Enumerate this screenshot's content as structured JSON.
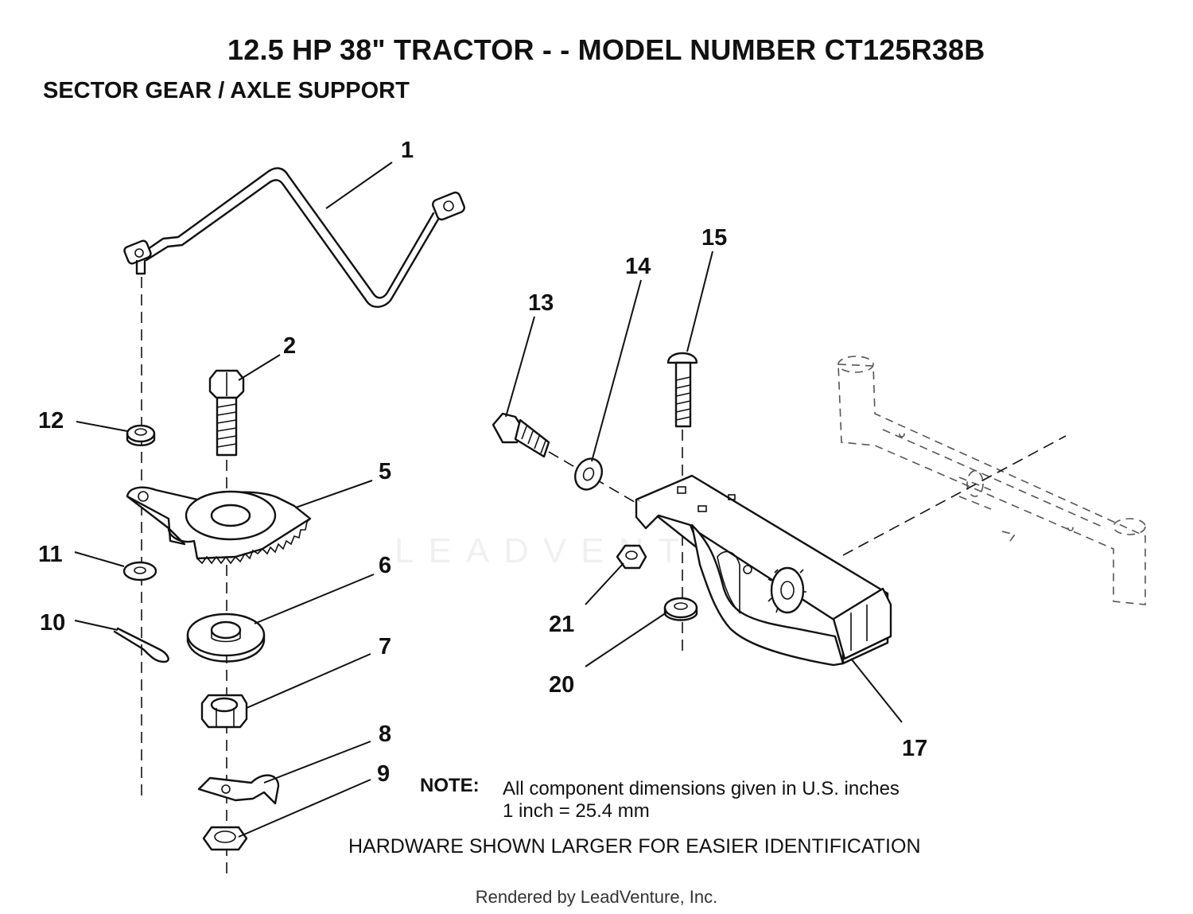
{
  "header": {
    "title": "12.5 HP 38\" TRACTOR - - MODEL NUMBER CT125R38B",
    "subtitle": "SECTOR GEAR / AXLE SUPPORT"
  },
  "callouts": {
    "c1": "1",
    "c2": "2",
    "c5": "5",
    "c6": "6",
    "c7": "7",
    "c8": "8",
    "c9": "9",
    "c10": "10",
    "c11": "11",
    "c12": "12",
    "c13": "13",
    "c14": "14",
    "c15": "15",
    "c17": "17",
    "c20": "20",
    "c21": "21"
  },
  "note": {
    "label": "NOTE:",
    "line1": "All component dimensions given in U.S. inches",
    "line2": "1 inch = 25.4 mm"
  },
  "hardware_note": "HARDWARE SHOWN LARGER FOR EASIER IDENTIFICATION",
  "footer": "Rendered by LeadVenture, Inc.",
  "watermark": "LEADVENTURE"
}
